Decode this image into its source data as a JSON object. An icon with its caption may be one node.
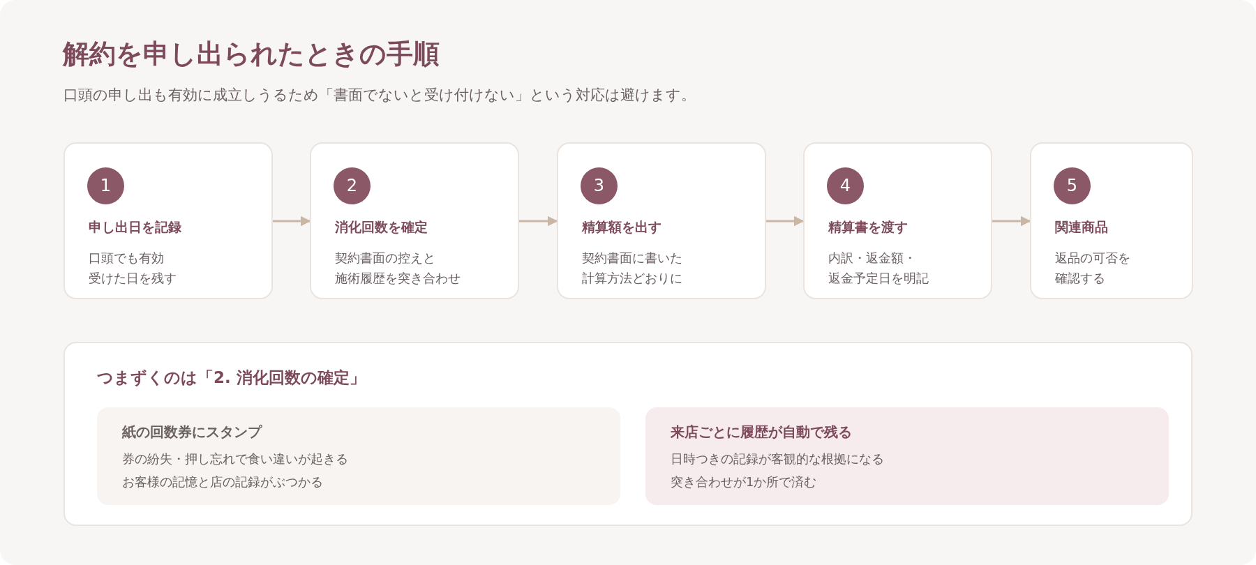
{
  "diagram": {
    "title": "解約を申し出られたときの手順",
    "nodes": [
      {
        "text": [
          "1",
          "申し出日を記録",
          "口頭でも有効",
          "受けた日を残す"
        ]
      },
      {
        "text": [
          "2",
          "消化回数を確定",
          "契約書面の控えと",
          "施術履歴を突き合わせ"
        ]
      },
      {
        "text": [
          "3",
          "精算額を出す",
          "契約書面に書いた",
          "計算方法どおりに"
        ]
      },
      {
        "text": [
          "4",
          "精算書を渡す",
          "内訳・返金額・",
          "返金予定日を明記"
        ]
      },
      {
        "text": [
          "5",
          "関連商品",
          "返品の可否を",
          "確認する"
        ]
      },
      {
        "text": [
          "つまずくのは「2. 消化回数の確定」"
        ]
      },
      {
        "text": [
          "紙の回数券にスタンプ",
          "券の紛失・押し忘れで食い違いが起きる",
          "お客様の記憶と店の記録がぶつかる"
        ],
        "in": 5
      },
      {
        "text": [
          "来店ごとに履歴が自動で残る",
          "日時つきの記録が客観的な根拠になる",
          "突き合わせが1か所で済む"
        ],
        "in": 5
      }
    ],
    "edges": [
      {
        "from": 0,
        "to": 1,
        "arrow": "to"
      },
      {
        "from": 1,
        "to": 2,
        "arrow": "to"
      },
      {
        "from": 2,
        "to": 3,
        "arrow": "to"
      },
      {
        "from": 3,
        "to": 4,
        "arrow": "to"
      }
    ],
    "labels": [
      "口頭の申し出も有効に成立しうるため「書面でないと受け付けない」という対応は避けます。"
    ]
  }
}
